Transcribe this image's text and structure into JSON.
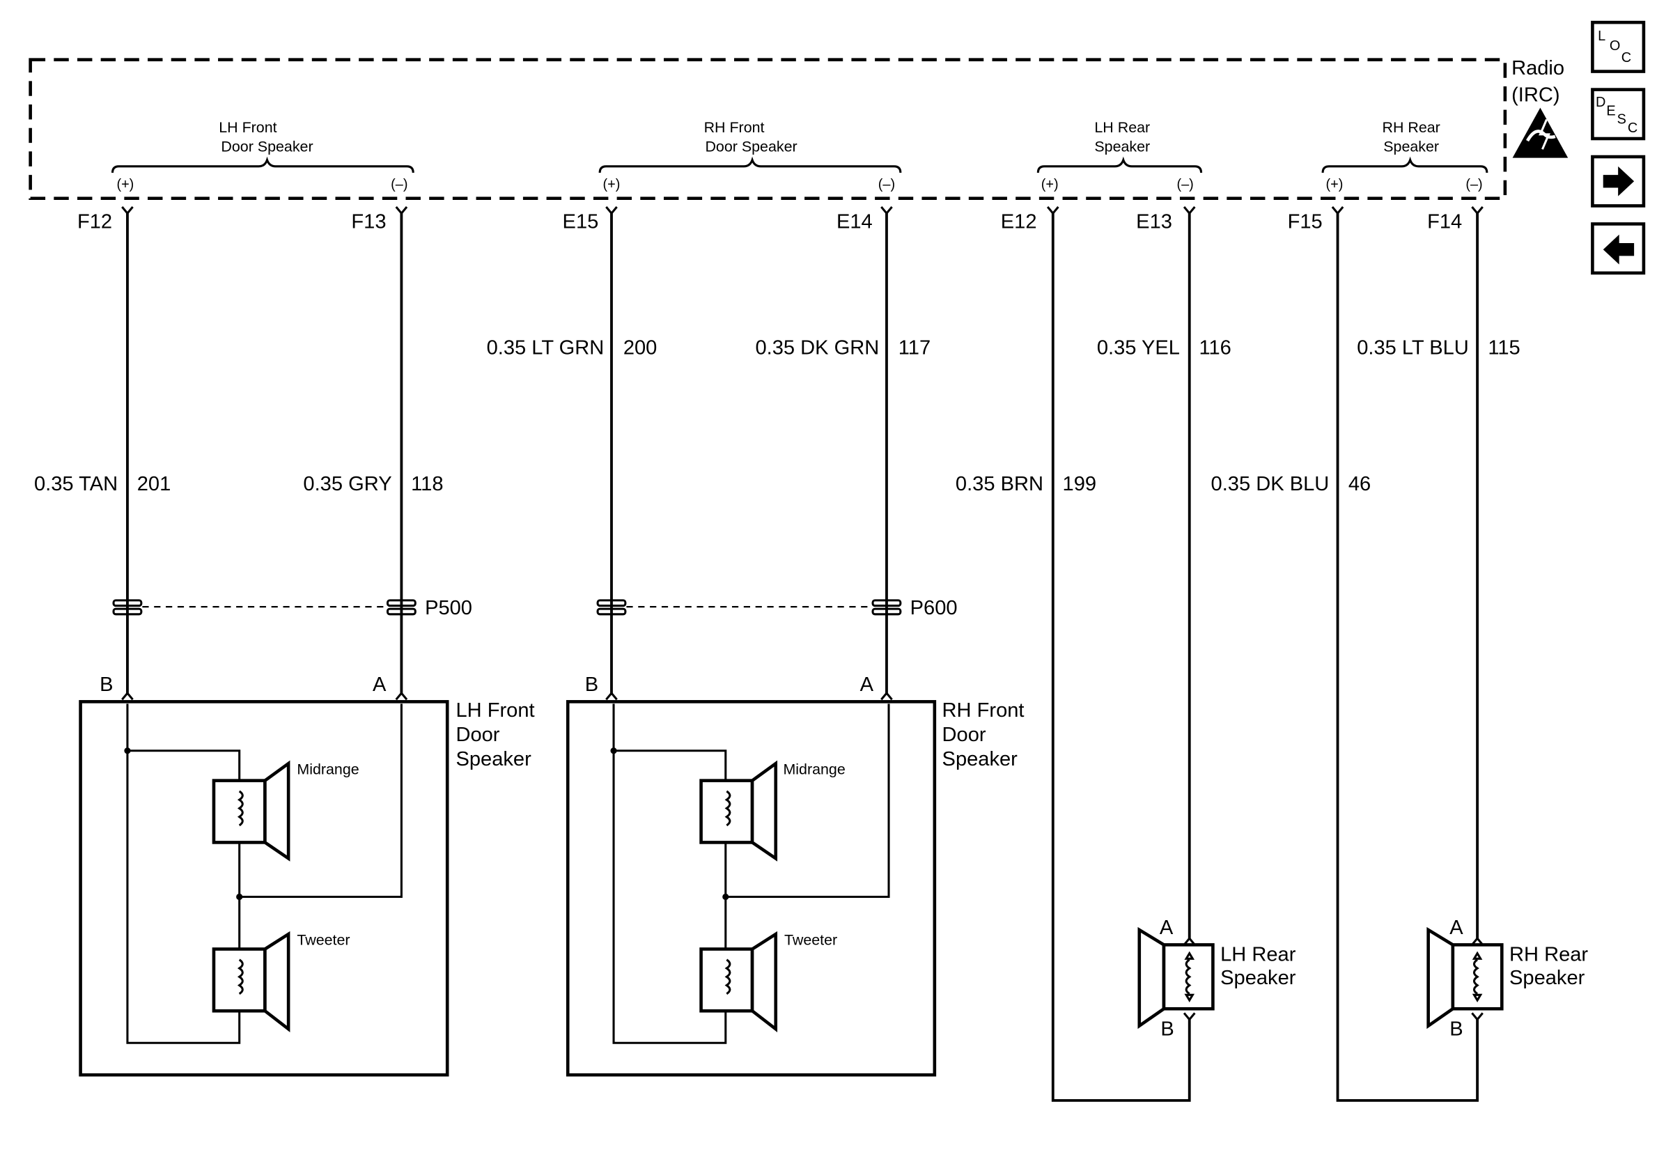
{
  "radio": {
    "title": "Radio",
    "subtitle": "(IRC)",
    "groups": [
      {
        "line1": "LH Front",
        "line2": "Door Speaker",
        "plus": "(+)",
        "minus": "(–)"
      },
      {
        "line1": "RH Front",
        "line2": "Door Speaker",
        "plus": "(+)",
        "minus": "(–)"
      },
      {
        "line1": "LH Rear",
        "line2": "Speaker",
        "plus": "(+)",
        "minus": "(–)"
      },
      {
        "line1": "RH Rear",
        "line2": "Speaker",
        "plus": "(+)",
        "minus": "(–)"
      }
    ]
  },
  "pins": [
    "F12",
    "F13",
    "E15",
    "E14",
    "E12",
    "E13",
    "F15",
    "F14"
  ],
  "wires": [
    {
      "color": "0.35 TAN",
      "circuit": "201"
    },
    {
      "color": "0.35 GRY",
      "circuit": "118"
    },
    {
      "color": "0.35 LT GRN",
      "circuit": "200"
    },
    {
      "color": "0.35 DK GRN",
      "circuit": "117"
    },
    {
      "color": "0.35 BRN",
      "circuit": "199"
    },
    {
      "color": "0.35 YEL",
      "circuit": "116"
    },
    {
      "color": "0.35 LT BLU",
      "circuit": "115"
    },
    {
      "color": "0.35 DK BLU",
      "circuit": "46"
    }
  ],
  "connectors": [
    "P500",
    "P600"
  ],
  "front_speakers": [
    {
      "name1": "LH Front",
      "name2": "Door",
      "name3": "Speaker",
      "pin_b": "B",
      "pin_a": "A",
      "midrange": "Midrange",
      "tweeter": "Tweeter"
    },
    {
      "name1": "RH Front",
      "name2": "Door",
      "name3": "Speaker",
      "pin_b": "B",
      "pin_a": "A",
      "midrange": "Midrange",
      "tweeter": "Tweeter"
    }
  ],
  "rear_speakers": [
    {
      "name1": "LH Rear",
      "name2": "Speaker",
      "pin_a": "A",
      "pin_b": "B"
    },
    {
      "name1": "RH Rear",
      "name2": "Speaker",
      "pin_a": "A",
      "pin_b": "B"
    }
  ],
  "nav": {
    "loc": {
      "l": "L",
      "o": "O",
      "c": "C"
    },
    "desc": {
      "d": "D",
      "e": "E",
      "s": "S",
      "c": "C"
    },
    "next_icon": "arrow-right-icon",
    "prev_icon": "arrow-left-icon"
  }
}
